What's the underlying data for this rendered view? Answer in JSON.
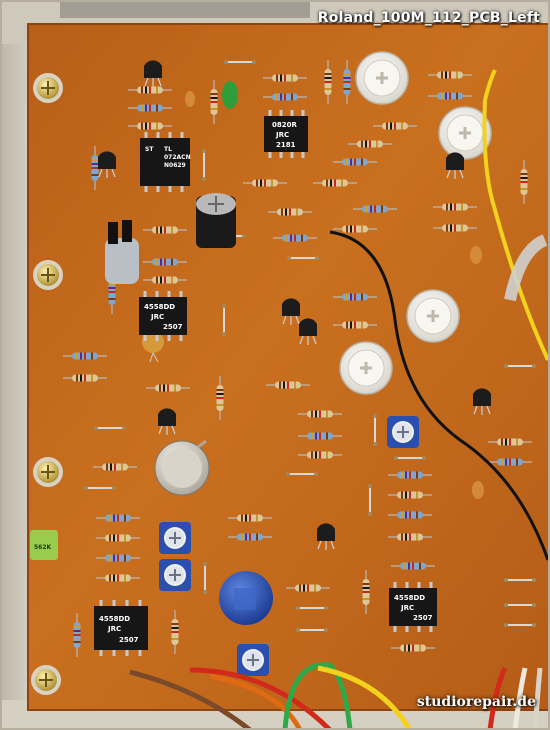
{
  "image": {
    "caption_top": "Roland_100M_112_PCB_Left",
    "watermark": "studiorepair.de"
  },
  "chips": {
    "st": {
      "line1": "ST",
      "line2": "TL",
      "line3": "072ACN",
      "line4": "N0629"
    },
    "jrc_2181": {
      "line1": "0820R",
      "line2": "JRC",
      "line3": "2181"
    },
    "jrc_a": {
      "line1": "4558DD",
      "line2": "JRC",
      "line3": "2507"
    },
    "jrc_b": {
      "line1": "4558DD",
      "line2": "JRC",
      "line3": "2507"
    },
    "jrc_c": {
      "line1": "4558DD",
      "line2": "JRC",
      "line3": "2507"
    }
  },
  "green_cap_label": "562K",
  "colors": {
    "pcb": "#c56a1e",
    "pcb_dark": "#8e4411",
    "chassis": "#c9c3b6",
    "ic_body": "#161616",
    "trimmer_blue": "#2a4fae",
    "wire_yellow": "#f2d21c",
    "wire_black": "#111111"
  }
}
